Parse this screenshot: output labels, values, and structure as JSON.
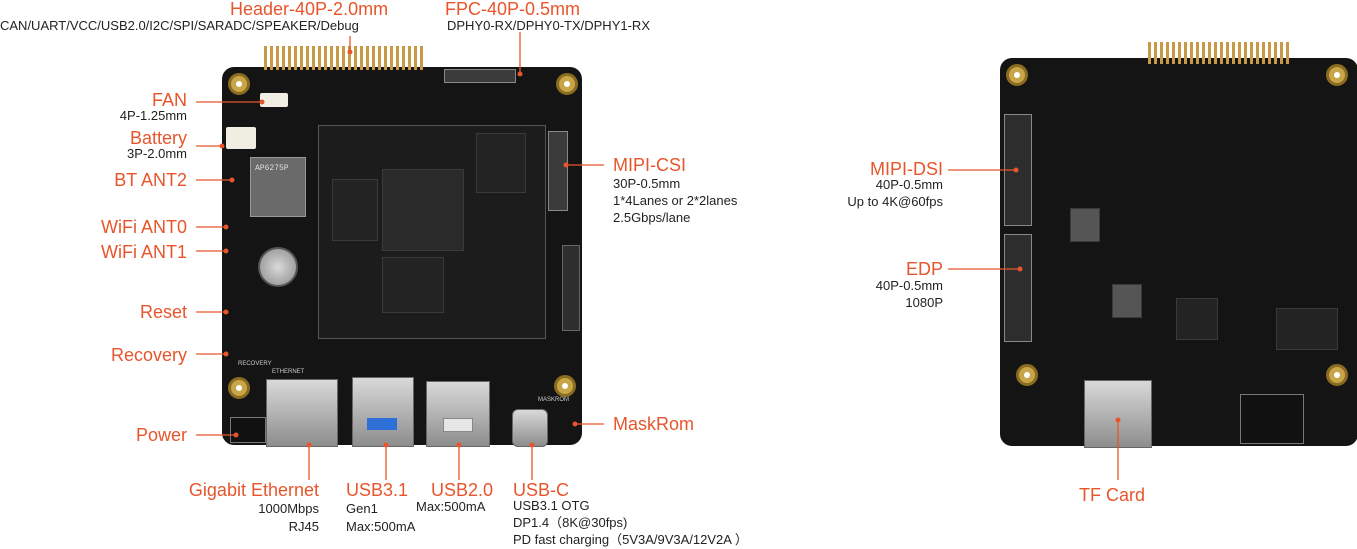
{
  "left": {
    "header": {
      "title": "Header-40P-2.0mm",
      "desc": "CAN/UART/VCC/USB2.0/I2C/SPI/SARADC/SPEAKER/Debug"
    },
    "fpc": {
      "title": "FPC-40P-0.5mm",
      "desc": "DPHY0-RX/DPHY0-TX/DPHY1-RX"
    },
    "fan": {
      "title": "FAN",
      "desc": "4P-1.25mm"
    },
    "battery": {
      "title": "Battery",
      "desc": "3P-2.0mm"
    },
    "bt": {
      "title": "BT ANT2"
    },
    "wifi0": {
      "title": "WiFi ANT0"
    },
    "wifi1": {
      "title": "WiFi ANT1"
    },
    "reset": {
      "title": "Reset"
    },
    "recovery": {
      "title": "Recovery"
    },
    "power": {
      "title": "Power"
    },
    "ethernet": {
      "title": "Gigabit Ethernet",
      "line1": "1000Mbps",
      "line2": "RJ45"
    },
    "usb31": {
      "title": "USB3.1",
      "line1": "Gen1",
      "line2": "Max:500mA"
    },
    "usb20": {
      "title": "USB2.0",
      "line1": "Max:500mA"
    },
    "usbc": {
      "title": "USB-C",
      "line1": "USB3.1 OTG",
      "line2": "DP1.4（8K@30fps)",
      "line3": "PD fast charging（5V3A/9V3A/12V2A ）"
    },
    "maskrom": {
      "title": "MaskRom"
    },
    "mipicsi": {
      "title": "MIPI-CSI",
      "line1": "30P-0.5mm",
      "line2": "1*4Lanes or 2*2lanes",
      "line3": "2.5Gbps/lane"
    }
  },
  "right": {
    "mipidsi": {
      "title": "MIPI-DSI",
      "line1": "40P-0.5mm",
      "line2": "Up to 4K@60fps"
    },
    "edp": {
      "title": "EDP",
      "line1": "40P-0.5mm",
      "line2": "1080P"
    },
    "tfcard": {
      "title": "TF Card"
    }
  },
  "board_silk": {
    "wifi_module": "AP6275P",
    "front_ports": [
      "ETHERNET",
      "RECOVERY",
      "MASKROM"
    ]
  }
}
